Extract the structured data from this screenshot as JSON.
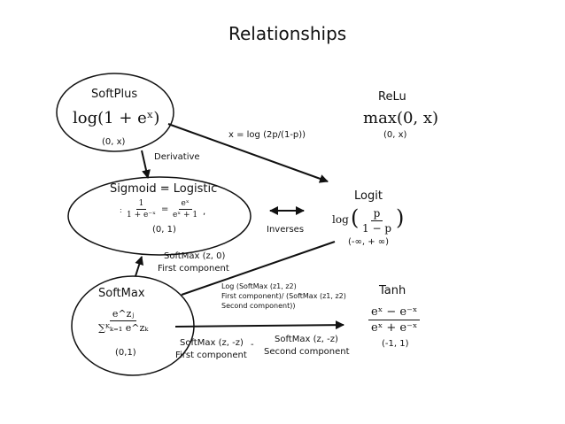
{
  "title": "Relationships",
  "nodes": {
    "softplus": {
      "name": "SoftPlus",
      "formula": "log(1 + eˣ)",
      "range": "(0, x)"
    },
    "relu": {
      "name": "ReLu",
      "formula": "max(0, x)",
      "range": "(0, x)"
    },
    "sigmoid": {
      "name": "Sigmoid = Logistic",
      "formula_lead": ":",
      "frac1_num": "1",
      "frac1_den": "1 + e⁻ˣ",
      "eq": "=",
      "frac2_num": "eˣ",
      "frac2_den": "eˣ + 1",
      "formula_trail": ",",
      "range": "(0, 1)"
    },
    "logit": {
      "name": "Logit",
      "log": "log",
      "frac_num": "p",
      "frac_den": "1 − p",
      "open": "(",
      "close": ")",
      "range": "(-∞, + ∞)"
    },
    "softmax": {
      "name": "SoftMax",
      "frac_num": "e^zⱼ",
      "frac_den": "∑ᴷₖ₌₁ e^zₖ",
      "range": "(0,1)"
    },
    "tanh": {
      "name": "Tanh",
      "frac_num": "eˣ − e⁻ˣ",
      "frac_den": "eˣ + e⁻ˣ",
      "range": "(-1, 1)"
    }
  },
  "edges": {
    "softplus_logit": "x = log (2p/(1-p))",
    "derivative": "Derivative",
    "inverses": "Inverses",
    "softmax_sigmoid_l1": "SoftMax (z, 0)",
    "softmax_sigmoid_l2": "First component",
    "softmax_logit_l1": "Log (SoftMax (z1, z2)",
    "softmax_logit_l2": "First component)/  (SoftMax (z1, z2)",
    "softmax_logit_l3": "Second component))",
    "tanh_a1": "SoftMax (z, -z)",
    "tanh_a2": "First component",
    "tanh_minus": "-",
    "tanh_b1": "SoftMax (z, -z)",
    "tanh_b2": "Second component"
  }
}
